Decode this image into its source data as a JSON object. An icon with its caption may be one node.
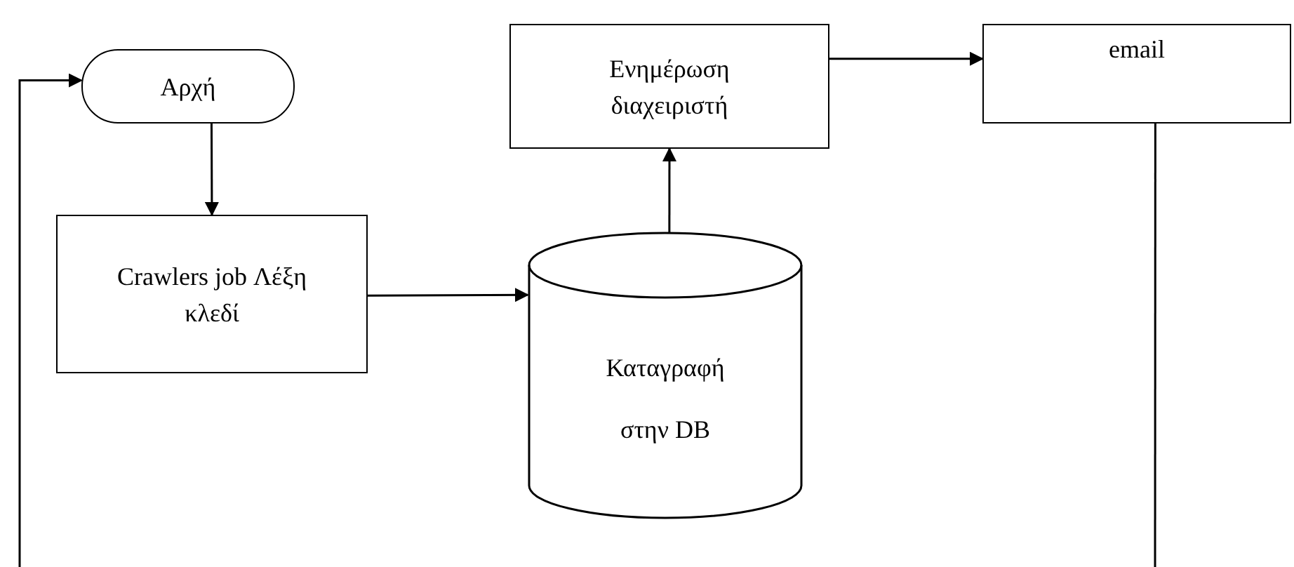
{
  "diagram": {
    "nodes": [
      {
        "text": [
          "Αρχή"
        ]
      },
      {
        "text": [
          "Crawlers job Λέξη κλεδί"
        ]
      },
      {
        "text": [
          "Καταγραφή στην DB"
        ]
      },
      {
        "text": [
          "Ενημέρωση διαχειριστή"
        ]
      },
      {
        "text": [
          "email"
        ]
      }
    ],
    "edges": [
      {
        "from": 0,
        "to": 1,
        "arrow": "to"
      },
      {
        "from": 1,
        "to": 2,
        "arrow": "to"
      },
      {
        "from": 2,
        "to": 3,
        "arrow": "to"
      },
      {
        "from": 3,
        "to": 4,
        "arrow": "to"
      },
      {
        "from": 4,
        "to": null,
        "arrow": "none"
      },
      {
        "from": null,
        "to": 0,
        "arrow": "to"
      }
    ]
  }
}
